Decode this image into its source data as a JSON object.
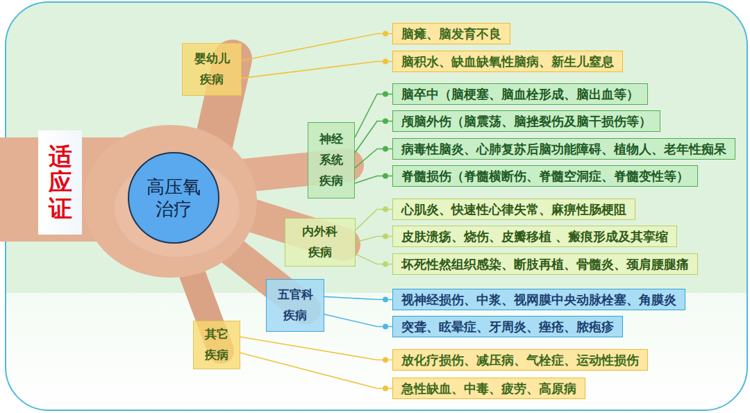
{
  "diagram": {
    "nodes": [
      {
        "text": [
          "适应证"
        ]
      },
      {
        "text": [
          "高压氧 治疗"
        ]
      },
      {
        "text": [
          "婴幼儿 疾病"
        ]
      },
      {
        "text": [
          "脑瘫、脑发育不良"
        ]
      },
      {
        "text": [
          "脑积水、缺血缺氧性脑病、新生儿窒息"
        ]
      },
      {
        "text": [
          "神经 系统 疾病"
        ]
      },
      {
        "text": [
          "脑卒中（脑梗塞、脑血栓形成、脑出血等）"
        ]
      },
      {
        "text": [
          "颅脑外伤（脑震荡、脑挫裂伤及脑干损伤等）"
        ]
      },
      {
        "text": [
          "病毒性脑炎、心肺复苏后脑功能障碍、植物人、老年性痴呆"
        ]
      },
      {
        "text": [
          "脊髓损伤（脊髓横断伤、脊髓空洞症、脊髓变性等）"
        ]
      },
      {
        "text": [
          "内外科 疾病"
        ]
      },
      {
        "text": [
          "心肌炎、快速性心律失常、麻痹性肠梗阻"
        ]
      },
      {
        "text": [
          "皮肤溃疡、烧伤、皮瓣移植 、瘢痕形成及其挛缩"
        ]
      },
      {
        "text": [
          "坏死性然组织感染、断肢再植、骨髓炎、颈肩腰腿痛"
        ]
      },
      {
        "text": [
          "五官科 疾病"
        ]
      },
      {
        "text": [
          "视神经损伤、中浆、视网膜中央动脉栓塞、角膜炎"
        ]
      },
      {
        "text": [
          "突聋、眩晕症、牙周炎、痤疮、脓疱疹"
        ]
      },
      {
        "text": [
          "其它 疾病"
        ]
      },
      {
        "text": [
          "放化疗损伤、减压病、气栓症、运动性损伤"
        ]
      },
      {
        "text": [
          "急性缺血、中毒、疲劳、高原病"
        ]
      }
    ],
    "edges": [
      {
        "from": 2,
        "to": 3,
        "arrow": "none"
      },
      {
        "from": 2,
        "to": 4,
        "arrow": "none"
      },
      {
        "from": 5,
        "to": 6,
        "arrow": "none"
      },
      {
        "from": 5,
        "to": 7,
        "arrow": "none"
      },
      {
        "from": 5,
        "to": 8,
        "arrow": "none"
      },
      {
        "from": 5,
        "to": 9,
        "arrow": "none"
      },
      {
        "from": 10,
        "to": 11,
        "arrow": "none"
      },
      {
        "from": 10,
        "to": 12,
        "arrow": "none"
      },
      {
        "from": 10,
        "to": 13,
        "arrow": "none"
      },
      {
        "from": 14,
        "to": 15,
        "arrow": "none"
      },
      {
        "from": 14,
        "to": 16,
        "arrow": "none"
      },
      {
        "from": 17,
        "to": 18,
        "arrow": "none"
      },
      {
        "from": 17,
        "to": 19,
        "arrow": "none"
      }
    ]
  }
}
